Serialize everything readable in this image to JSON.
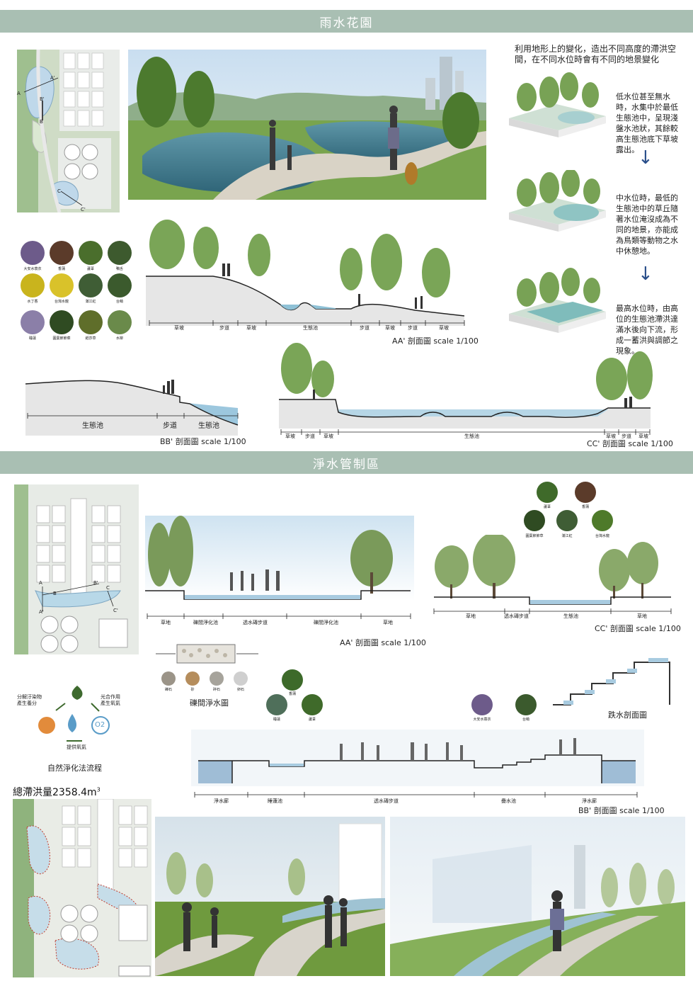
{
  "sections": {
    "rain_garden_title": "雨水花園",
    "water_control_title": "淨水管制區"
  },
  "rain_garden": {
    "intro": "利用地形上的變化，造出不同高度的滯洪空間，在不同水位時會有不同的地景變化",
    "low_water": "低水位甚至無水時，水集中於最低生態池中，呈現淺盤水池狀，其餘較高生態池底下草坡露出。",
    "mid_water": "中水位時，最低的生態池中的草丘隨著水位淹沒成為不同的地景，亦能成為鳥類等動物之水中休憩地。",
    "high_water": "最高水位時，由高位的生態池滯洪達滿水後向下流，形成一蓄洪與調節之現象。",
    "plan_markers": [
      "A",
      "A'",
      "B'",
      "B",
      "C",
      "C'"
    ],
    "plants": [
      {
        "name": "大安水蓑衣",
        "color": "#6d5b8a"
      },
      {
        "name": "香蒲",
        "color": "#5b3b2a"
      },
      {
        "name": "蘆葦",
        "color": "#4a6e2c"
      },
      {
        "name": "鴨舌",
        "color": "#3d5a2e"
      },
      {
        "name": "水丁香",
        "color": "#c9b41d"
      },
      {
        "name": "台灣水龍",
        "color": "#d9c22a"
      },
      {
        "name": "滿江紅",
        "color": "#3f5d35"
      },
      {
        "name": "台萌",
        "color": "#3b5a2d"
      },
      {
        "name": "睡蓮",
        "color": "#8b7fa8"
      },
      {
        "name": "圓葉節節菜",
        "color": "#2f4b22"
      },
      {
        "name": "紙莎草",
        "color": "#5f6e2a"
      },
      {
        "name": "水柳",
        "color": "#6a8a4a"
      }
    ],
    "section_aa": {
      "caption": "AA' 剖面圖 scale 1/100",
      "labels": [
        "草坡",
        "步道",
        "草坡",
        "生態池",
        "步道",
        "草坡",
        "步道",
        "草坡"
      ]
    },
    "section_bb": {
      "caption": "BB' 剖面圖 scale 1/100",
      "labels": [
        "生態池",
        "步道",
        "生態池"
      ]
    },
    "section_cc": {
      "caption": "CC' 剖面圖 scale 1/100",
      "labels": [
        "草坡",
        "步道",
        "草坡",
        "生態池",
        "草坡",
        "步道",
        "草坡"
      ]
    }
  },
  "water_control": {
    "plan_markers": [
      "A",
      "A'",
      "B",
      "B'",
      "C",
      "C'"
    ],
    "section_aa": {
      "caption": "AA' 剖面圖 scale 1/100",
      "labels": [
        "草地",
        "礫間淨化池",
        "透水磚步道",
        "礫間淨化池",
        "草地"
      ]
    },
    "section_cc": {
      "caption": "CC' 剖面圖 scale 1/100",
      "labels": [
        "草地",
        "透水磚步道",
        "生態池",
        "草地"
      ],
      "plants": [
        {
          "name": "蘆葦",
          "color": "#3f6a2a"
        },
        {
          "name": "香蒲",
          "color": "#5b3b2a"
        },
        {
          "name": "圓葉節節草",
          "color": "#2f4b22"
        },
        {
          "name": "滿江紅",
          "color": "#3f5d35"
        },
        {
          "name": "台灣水龍",
          "color": "#4e7a2a"
        }
      ]
    },
    "gravel": {
      "caption": "礫間淨水圖",
      "media": [
        "礫石",
        "砂",
        "碎石",
        "卵石"
      ]
    },
    "cycle": {
      "caption": "自然淨化法流程",
      "left": "分解汙染物\n產生養分",
      "right": "光合作用\n產生氧氣",
      "bottom": "提供氧氣",
      "o2": "O2"
    },
    "section_bb": {
      "caption": "BB' 剖面圖 scale 1/100",
      "labels": [
        "淨水廊",
        "睡蓮池",
        "透水磚步道",
        "疊水池",
        "淨水廊"
      ],
      "plants": [
        {
          "name": "香蒲",
          "color": "#3d6a2a"
        },
        {
          "name": "睡蓮",
          "color": "#4f6f5a"
        },
        {
          "name": "蘆葦",
          "color": "#3f6a2a"
        },
        {
          "name": "大安水蓑衣",
          "color": "#6d5b8a"
        },
        {
          "name": "台萌",
          "color": "#3b5a2d"
        }
      ]
    },
    "drop": {
      "caption": "跌水剖面圖"
    },
    "total": {
      "label": "總滯洪量2358.4m",
      "sup": "3"
    }
  }
}
